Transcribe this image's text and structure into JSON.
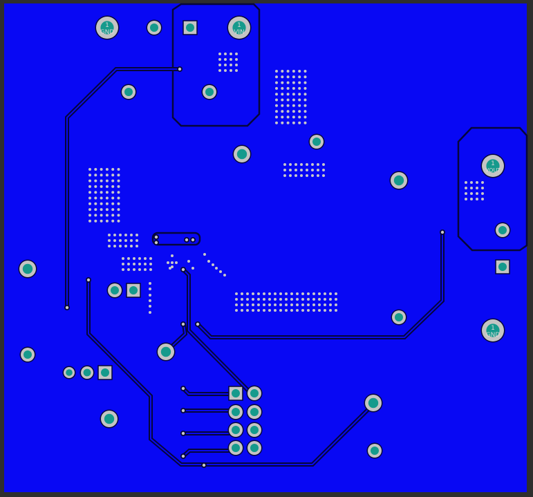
{
  "colors": {
    "board": "#0808f4",
    "frame": "#2e2e2e",
    "outline": "#06063a",
    "pad_ring": "#c4c4c4",
    "pad_hole": "#159a8c",
    "via": "#c8c8c8"
  },
  "terminals": [
    {
      "pin": "1",
      "net": "GND"
    },
    {
      "pin": "1",
      "net": "VIN"
    },
    {
      "pin": "1",
      "net": "VOUT"
    },
    {
      "pin": "1",
      "net": "GND"
    }
  ]
}
